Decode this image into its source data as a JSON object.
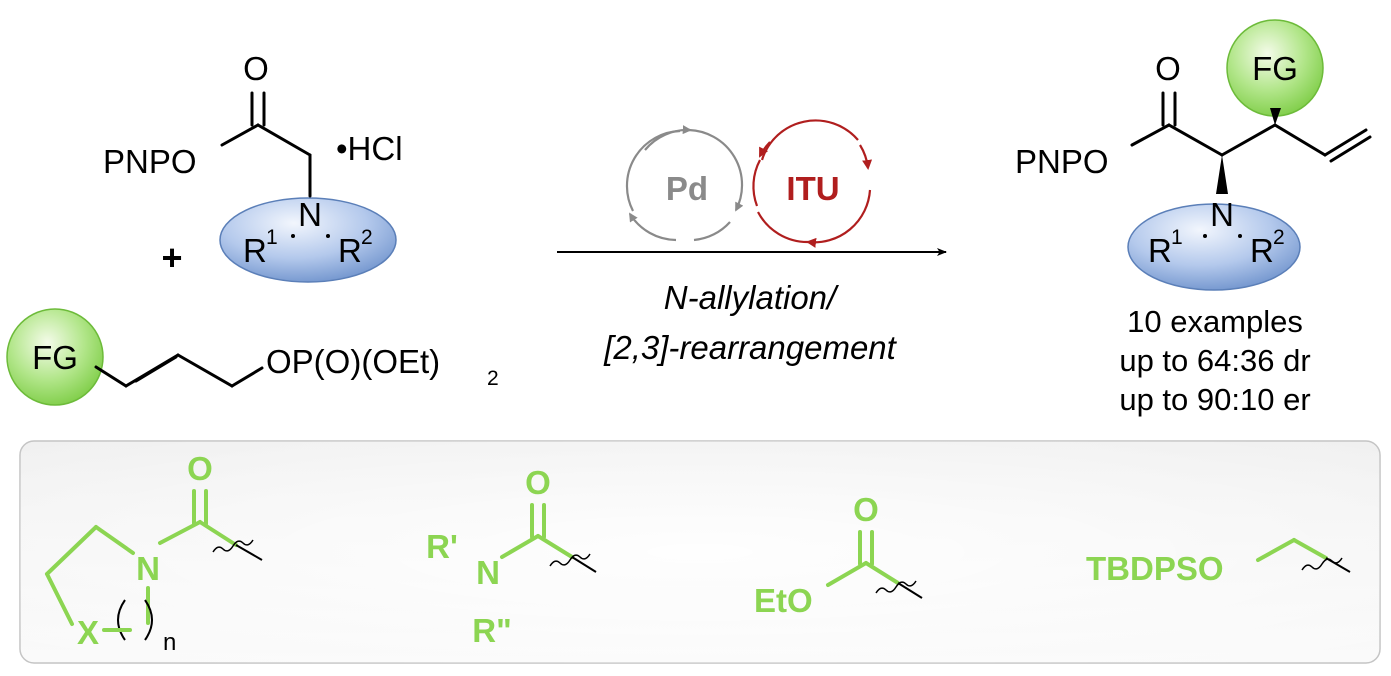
{
  "reactant_amine": {
    "ester_group": "PNPO",
    "carbonyl_o": "O",
    "salt": "•HCl",
    "nitrogen": "N",
    "r1": "R",
    "r1_sup": "1",
    "r2": "R",
    "r2_sup": "2"
  },
  "plus": "+",
  "reactant_allyl": {
    "fg": "FG",
    "leaving_group": "OP(O)(OEt)",
    "leaving_group_sub": "2"
  },
  "catalysts": {
    "pd": "Pd",
    "itu": "ITU"
  },
  "conditions": {
    "line1": "N-allylation/",
    "line2": "[2,3]-rearrangement"
  },
  "product": {
    "carbonyl_o": "O",
    "ester_group": "PNPO",
    "fg": "FG",
    "nitrogen": "N",
    "r1": "R",
    "r1_sup": "1",
    "r2": "R",
    "r2_sup": "2"
  },
  "results": {
    "examples": "10 examples",
    "dr": "up to 64:36 dr",
    "er": "up to 90:10 er"
  },
  "fg_examples": {
    "cyclic_amide": {
      "o": "O",
      "n": "N",
      "x": "X",
      "n_sub": "n"
    },
    "acyclic_amide": {
      "o": "O",
      "n": "N",
      "r_prime": "R'",
      "r_dprime": "R\""
    },
    "ester": {
      "o": "O",
      "eto": "EtO"
    },
    "silyl_ether": {
      "label": "TBDPSO"
    }
  },
  "colors": {
    "fg_green": "#8cd552",
    "amine_blue": "#8eaedb",
    "itu_red": "#b01e1e",
    "pd_gray": "#8a8a8a"
  }
}
